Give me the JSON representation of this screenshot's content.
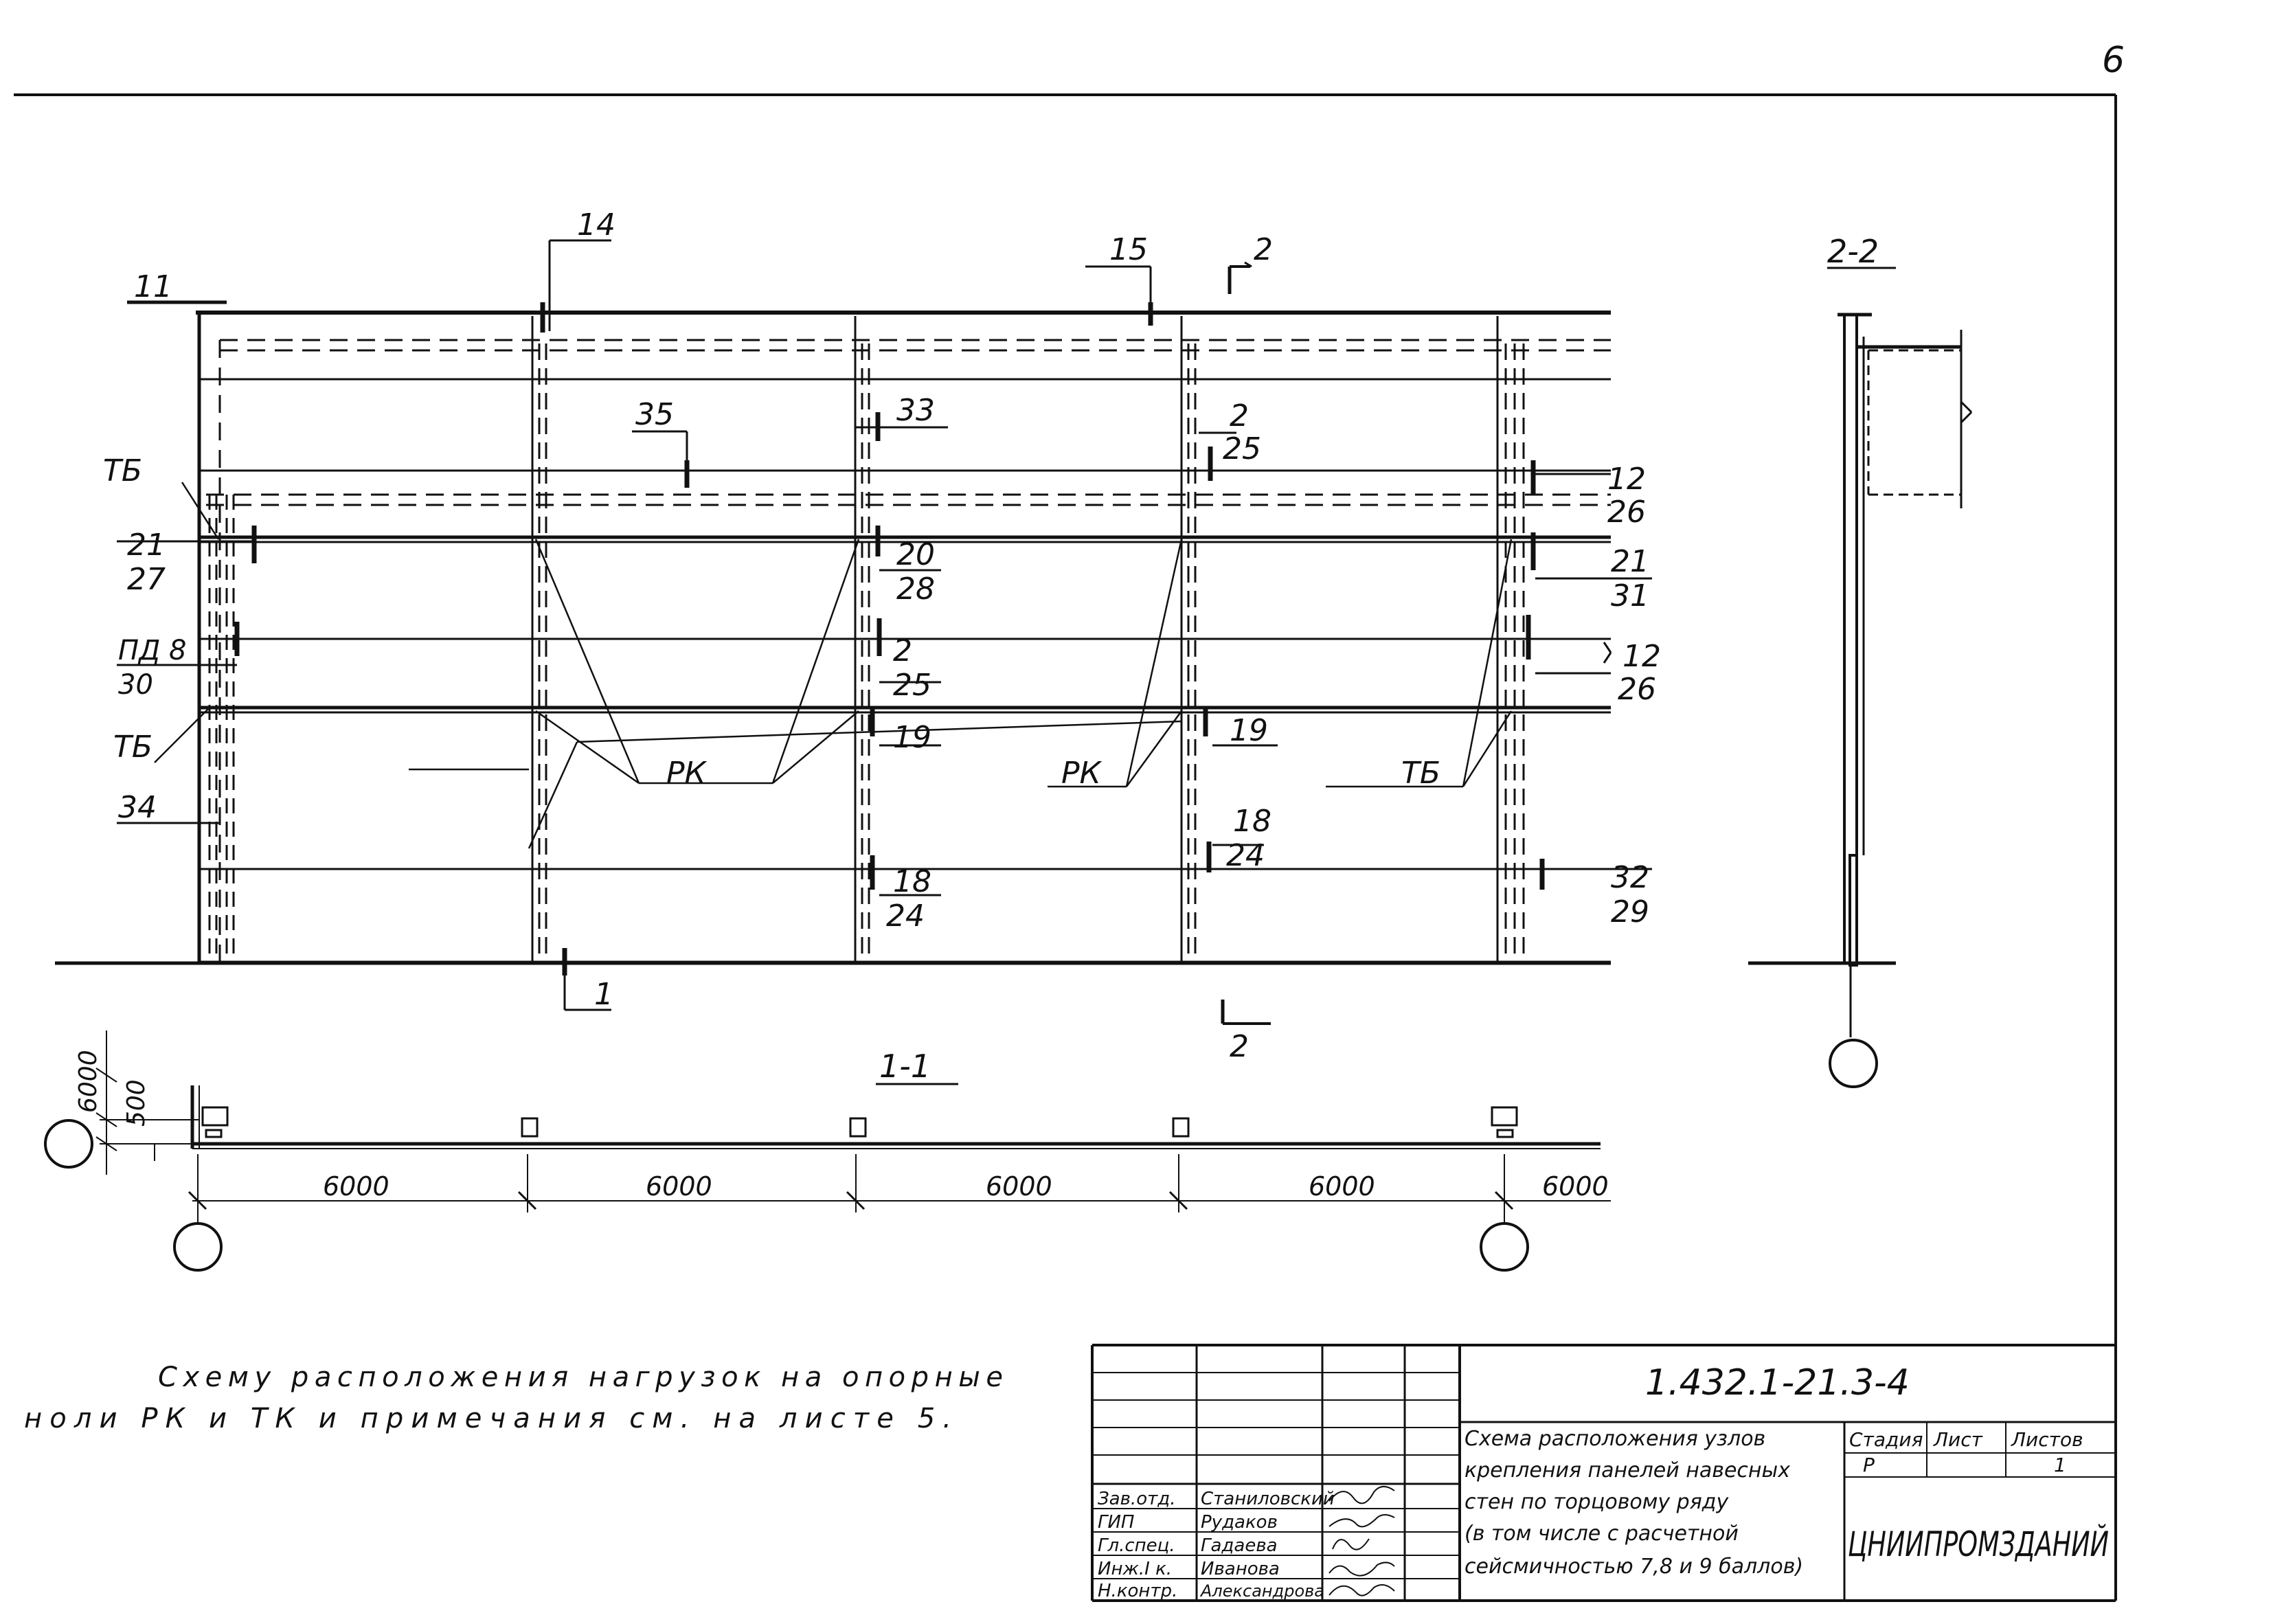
{
  "page_number": "6",
  "elevation": {
    "callouts": {
      "c11": "11",
      "c14": "14",
      "c15": "15",
      "c33": "33",
      "c35": "35",
      "c2_25_top_num": "2",
      "c2_25_top_den": "25",
      "c12_26_top_num": "12",
      "c12_26_top_den": "26",
      "c21_27_num": "21",
      "c21_27_den": "27",
      "c20_28_num": "20",
      "c20_28_den": "28",
      "c21_31_num": "21",
      "c21_31_den": "31",
      "c_pd8_num": "ПД 8",
      "c_pd8_den": "30",
      "c2_25_mid_num": "2",
      "c2_25_mid_den": "25",
      "c12_26_mid_num": "12",
      "c12_26_mid_den": "26",
      "c19_left": "19",
      "c19_mid": "19",
      "c18_24_left_num": "18",
      "c18_24_left_den": "24",
      "c18_24_mid_num": "18",
      "c18_24_mid_den": "24",
      "c32_29_num": "32",
      "c32_29_den": "29",
      "c34": "34",
      "c1": "1"
    },
    "labels": {
      "tb_top": "ТБ",
      "tb_left": "ТБ",
      "tb_right": "ТБ",
      "rk_left": "РК",
      "rk_mid": "РК"
    },
    "section_marks": {
      "cut_top": "2",
      "cut_bottom": "2"
    }
  },
  "section_2_2": {
    "title": "2-2"
  },
  "section_1_1": {
    "title": "1-1",
    "dim_6000_vertical": "6000",
    "dim_500": "500",
    "spans": [
      "6000",
      "6000",
      "6000",
      "6000",
      "6000"
    ]
  },
  "note": {
    "line1": "Схему расположения нагрузок на опорные",
    "line2": "ноли РК и ТК и примечания см. на листе 5."
  },
  "title_block": {
    "doc_code": "1.432.1-21.3-4",
    "roles": [
      "Зав.отд.",
      "ГИП",
      "Гл.спец.",
      "Инж.I к.",
      "Н.контр."
    ],
    "names": [
      "Станиловский",
      "Рудаков",
      "Гадаева",
      "Иванова",
      "Александрова"
    ],
    "description": [
      "Схема расположения узлов",
      "крепления панелей навесных",
      "стен по торцовому ряду",
      "(в том числе с расчетной",
      "сейсмичностью 7,8 и 9 баллов)"
    ],
    "headers": {
      "stage": "Стадия",
      "sheet": "Лист",
      "sheets": "Листов"
    },
    "values": {
      "stage": "Р",
      "sheet": "",
      "sheets": "1"
    },
    "organization": "ЦНИИПРОМЗДАНИЙ"
  }
}
